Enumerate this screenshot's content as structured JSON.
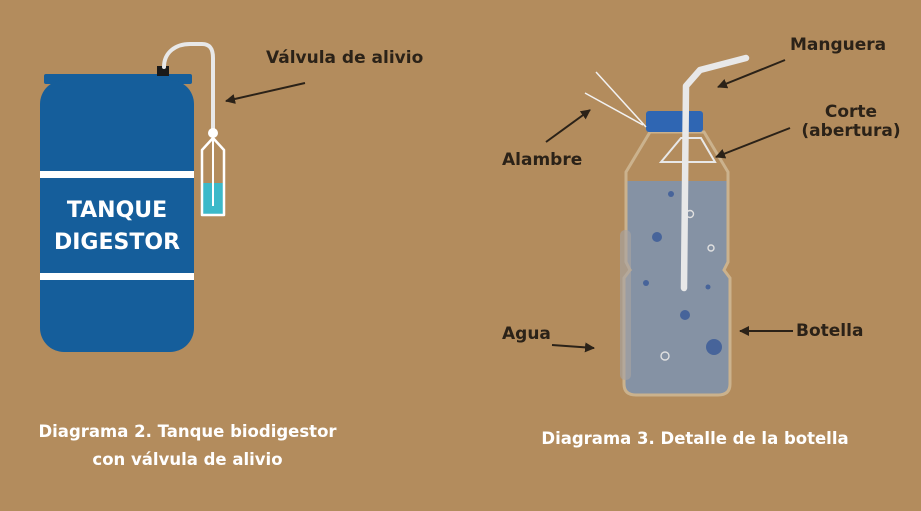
{
  "colors": {
    "background": "#B38C5D",
    "tank": "#155E9B",
    "tank_stripe": "#FFFFFF",
    "water": "#3CB9C9",
    "bottle_cap": "#2F66B3",
    "bottle_water": "#8592A4",
    "label_text": "#2B2218",
    "caption_text": "#FFFFFF"
  },
  "diagram2": {
    "tank_text_line1": "TANQUE",
    "tank_text_line2": "DIGESTOR",
    "valve_label": "Válvula de alivio",
    "caption_line1": "Diagrama 2. Tanque biodigestor",
    "caption_line2": "con válvula de alivio"
  },
  "diagram3": {
    "hose_label": "Manguera",
    "cut_label_line1": "Corte",
    "cut_label_line2": "(abertura)",
    "wire_label": "Alambre",
    "water_label": "Agua",
    "bottle_label": "Botella",
    "caption": "Diagrama 3. Detalle de la botella"
  }
}
